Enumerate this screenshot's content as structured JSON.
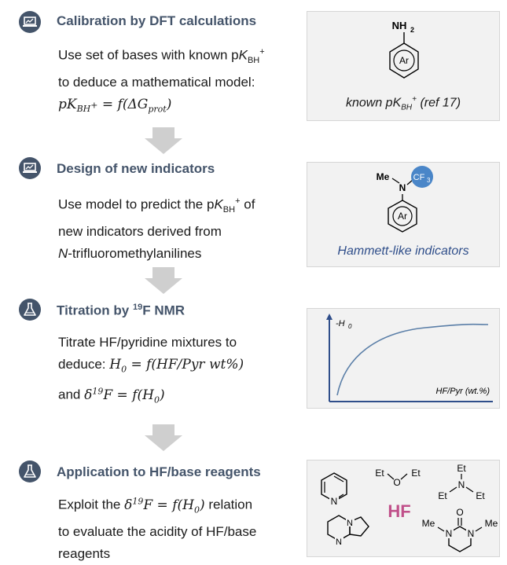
{
  "steps": [
    {
      "title": "Calibration by DFT calculations",
      "icon": "computer-screen-icon",
      "body_line1_pre": "Use set of bases with known p",
      "body_line1_K": "K",
      "body_line1_sub": "BH",
      "body_line1_sup": "+",
      "body_line2": "to deduce a mathematical model:",
      "body_math": "pK_BH+ = f(ΔG_prot)"
    },
    {
      "title": "Design of new indicators",
      "icon": "computer-screen-icon",
      "body_line1_pre": "Use model to predict the p",
      "body_line1_K": "K",
      "body_line1_sub": "BH",
      "body_line1_sup": "+",
      "body_line1_post": " of",
      "body_line2": "new indicators derived from",
      "body_line3_italic": "N",
      "body_line3_rest": "-trifluoromethylanilines"
    },
    {
      "title_pre": "Titration by ",
      "title_sup": "19",
      "title_post": "F NMR",
      "icon": "flask-icon",
      "body_line1": "Titrate HF/pyridine mixtures to",
      "body_line2_pre": "deduce: ",
      "body_math1": "H0 = f(HF/Pyr wt%)",
      "body_line3_pre": "and ",
      "body_math2": "δ19F = f(H0)"
    },
    {
      "title": "Application to HF/base reagents",
      "icon": "flask-icon",
      "body_line1_pre": "Exploit the ",
      "body_line1_math": "δ19F = f(H0)",
      "body_line1_post": " relation",
      "body_line2": "to evaluate the acidity of HF/base",
      "body_line3": "reagents"
    }
  ],
  "panels": {
    "aniline": {
      "amine_label": "NH",
      "amine_sub": "2",
      "ring_label": "Ar",
      "caption_pre": "known pK",
      "caption_sub": "BH",
      "caption_sup": "+",
      "caption_post": " (ref 17)"
    },
    "indicator": {
      "methyl": "Me",
      "nitrogen": "N",
      "cf3": "CF",
      "cf3_sub": "3",
      "ring_label": "Ar",
      "caption": "Hammett-like indicators",
      "caption_color": "#2f4e8a",
      "badge_color": "#4a86c8"
    },
    "titration_chart": {
      "y_label": "-H",
      "y_label_sub": "0",
      "x_label": "HF/Pyr (wt.%)",
      "curve_color": "#5b7fa8",
      "axis_color": "#2f4e8a"
    },
    "reagents": {
      "hf_label": "HF",
      "hf_color": "#c0508a",
      "ether_left": "Et",
      "ether_o": "O",
      "ether_right": "Et",
      "amine_top": "Et",
      "amine_n": "N",
      "amine_left": "Et",
      "amine_right": "Et",
      "pyridine_n": "N",
      "dbu_n_top": "N",
      "dbu_n_bottom": "N",
      "dmpu_o": "O",
      "dmpu_me_left": "Me",
      "dmpu_n_left": "N",
      "dmpu_n_right": "N",
      "dmpu_me_right": "Me"
    }
  },
  "colors": {
    "title": "#44546a",
    "icon_bg": "#44546a",
    "arrow": "#c8c8c8",
    "panel_bg": "#f2f2f2"
  }
}
